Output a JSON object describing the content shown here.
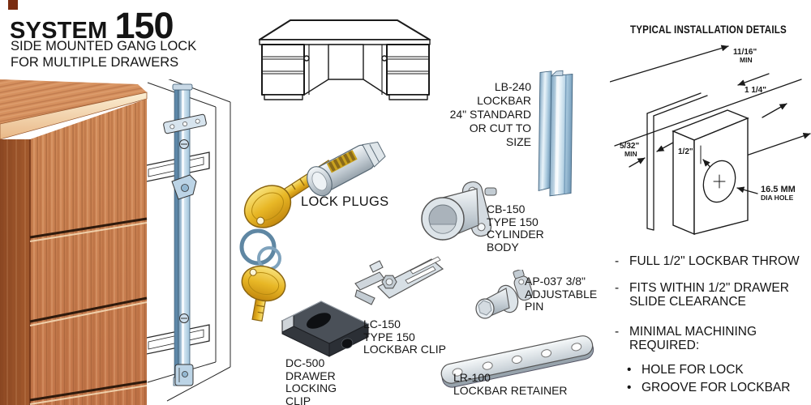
{
  "page": {
    "background": "#ffffff",
    "brand_square_color": "#7a2c10"
  },
  "header": {
    "title_word": "SYSTEM",
    "title_number": "150",
    "subtitle_line1": "SIDE MOUNTED GANG LOCK",
    "subtitle_line2": "FOR MULTIPLE DRAWERS"
  },
  "labels": {
    "lock_plugs": "LOCK PLUGS",
    "lb240": [
      "LB-240",
      "LOCKBAR",
      "24\" STANDARD",
      "OR CUT TO",
      "SIZE"
    ],
    "cb150": [
      "CB-150",
      "TYPE 150",
      "CYLINDER",
      "BODY"
    ],
    "ap037": [
      "AP-037 3/8\"",
      "ADJUSTABLE",
      "PIN"
    ],
    "lc150": [
      "LC-150",
      "TYPE 150",
      "LOCKBAR CLIP"
    ],
    "dc500": [
      "DC-500",
      "DRAWER",
      "LOCKING",
      "CLIP"
    ],
    "lr100": [
      "LR-100",
      "LOCKBAR RETAINER"
    ]
  },
  "installation": {
    "title": "TYPICAL INSTALLATION DETAILS",
    "dim_11_16": "11/16\"",
    "dim_11_16_sub": "MIN",
    "dim_1_14": "1 1/4\"",
    "dim_5_32": "5/32\"",
    "dim_5_32_sub": "MIN",
    "dim_1_2": "1/2\"",
    "dim_hole": "16.5 MM",
    "dim_hole_sub": "DIA HOLE"
  },
  "features": [
    {
      "marker": "-",
      "lines": [
        "FULL 1/2\" LOCKBAR THROW"
      ]
    },
    {
      "marker": "-",
      "lines": [
        "FITS WITHIN 1/2\" DRAWER",
        "SLIDE CLEARANCE"
      ]
    },
    {
      "marker": "-",
      "lines": [
        "MINIMAL MACHINING",
        "REQUIRED:"
      ]
    },
    {
      "marker": "•",
      "lines": [
        "HOLE FOR LOCK"
      ]
    },
    {
      "marker": "•",
      "lines": [
        "GROOVE FOR LOCKBAR"
      ]
    }
  ],
  "colors": {
    "text": "#141414",
    "line": "#1a1a1a",
    "wood_mid": "#c9804f",
    "wood_dark": "#7b3b17",
    "wood_highlight": "#fbeed3",
    "metal_blue_light": "#d9e9f4",
    "metal_blue": "#9fc2da",
    "metal_blue_dark": "#6d95b4",
    "silver_light": "#f4f7f9",
    "silver": "#c3ccd3",
    "silver_dark": "#97a3ac",
    "gold_light": "#f8e27a",
    "gold": "#e8b726",
    "gold_dark": "#c4890e",
    "dark_part": "#35393f"
  }
}
